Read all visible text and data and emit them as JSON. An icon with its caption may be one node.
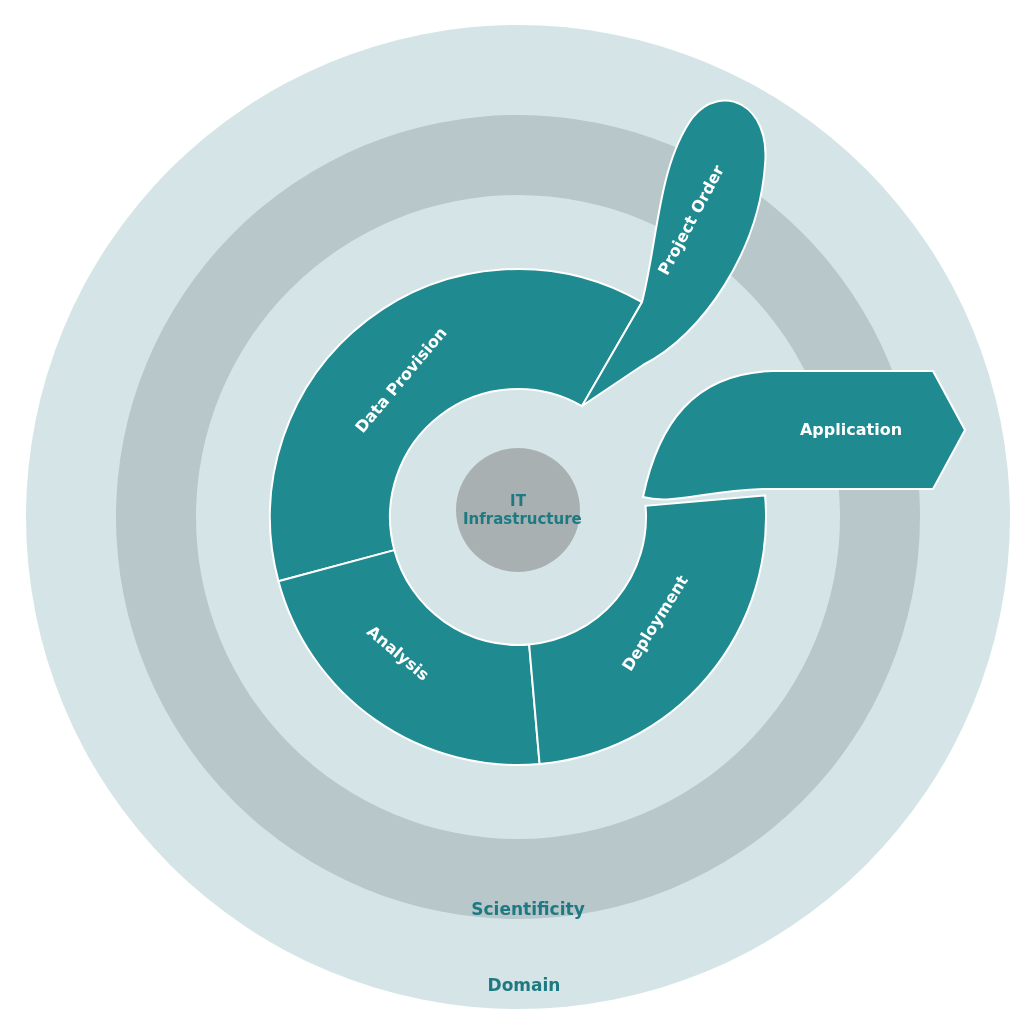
{
  "diagram": {
    "nodes": [
      {
        "text": [
          "Domain"
        ]
      },
      {
        "text": [
          "Scientificity"
        ],
        "in": 0
      },
      {
        "text": [
          "IT Infrastructure"
        ],
        "in": 1
      },
      {
        "text": [
          "Project Order"
        ],
        "in": 1
      },
      {
        "text": [
          "Data Provision"
        ],
        "in": 1
      },
      {
        "text": [
          "Analysis"
        ],
        "in": 1
      },
      {
        "text": [
          "Deployment"
        ],
        "in": 1
      },
      {
        "text": [
          "Application"
        ],
        "in": 0
      }
    ],
    "edges": []
  }
}
